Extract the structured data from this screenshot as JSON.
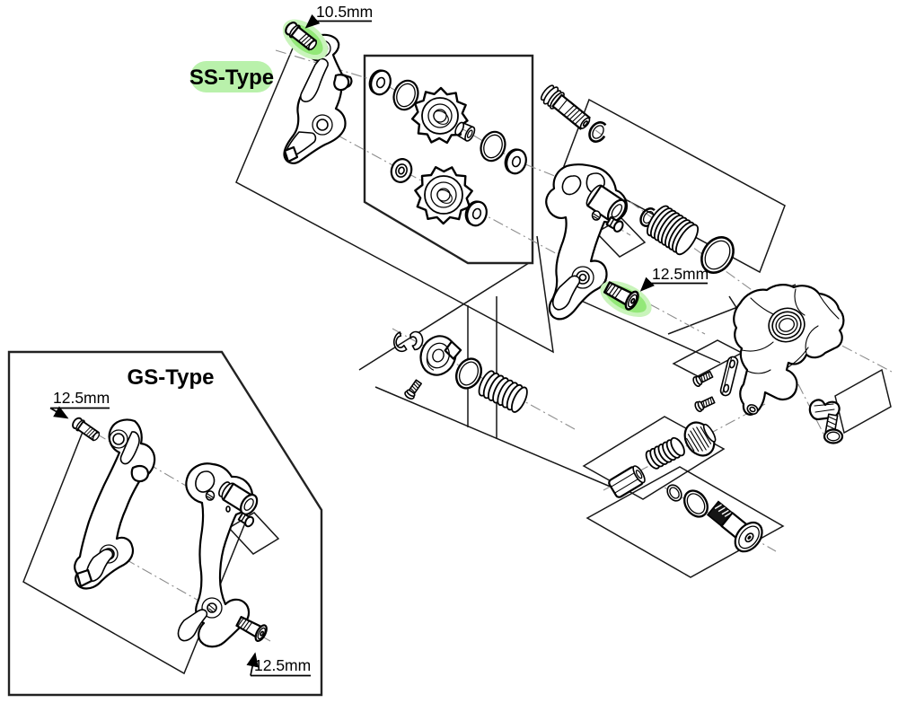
{
  "diagram": {
    "kind": "exploded-parts-diagram",
    "subject": "rear derailleur cage and body assembly",
    "variant_labels": {
      "ss": "SS-Type",
      "gs": "GS-Type"
    },
    "callouts": {
      "ss_upper": {
        "text": "10.5mm",
        "highlighted": true
      },
      "ss_lower": {
        "text": "12.5mm",
        "highlighted": true
      },
      "gs_upper": {
        "text": "12.5mm",
        "highlighted": false
      },
      "gs_lower": {
        "text": "12.5mm",
        "highlighted": false
      }
    },
    "colors": {
      "background": "#ffffff",
      "ink": "#000000",
      "axis_line": "#8c8c8c",
      "highlight_glow_outer": "#c9f4bb",
      "highlight_glow_inner": "#93e878",
      "label_highlight": "#b9f1ab"
    },
    "parts": [
      "cage-stop-bolt",
      "outer-cage-plate",
      "inner-cage-plate",
      "jockey-pulley",
      "washer",
      "seal-ring",
      "bushing",
      "b-axle-bolt",
      "snap-ring",
      "tension-spring",
      "spring-cover-ring",
      "u-clip",
      "cage-stopper-plate",
      "stopper-screw",
      "o-ring",
      "derailleur-body",
      "limit-screw",
      "link-plate",
      "cable-fixing-plate",
      "cable-fixing-bolt",
      "hex-barrel",
      "adjuster-spring",
      "barrel-adjuster",
      "mounting-bolt",
      "pin-bolt"
    ]
  }
}
